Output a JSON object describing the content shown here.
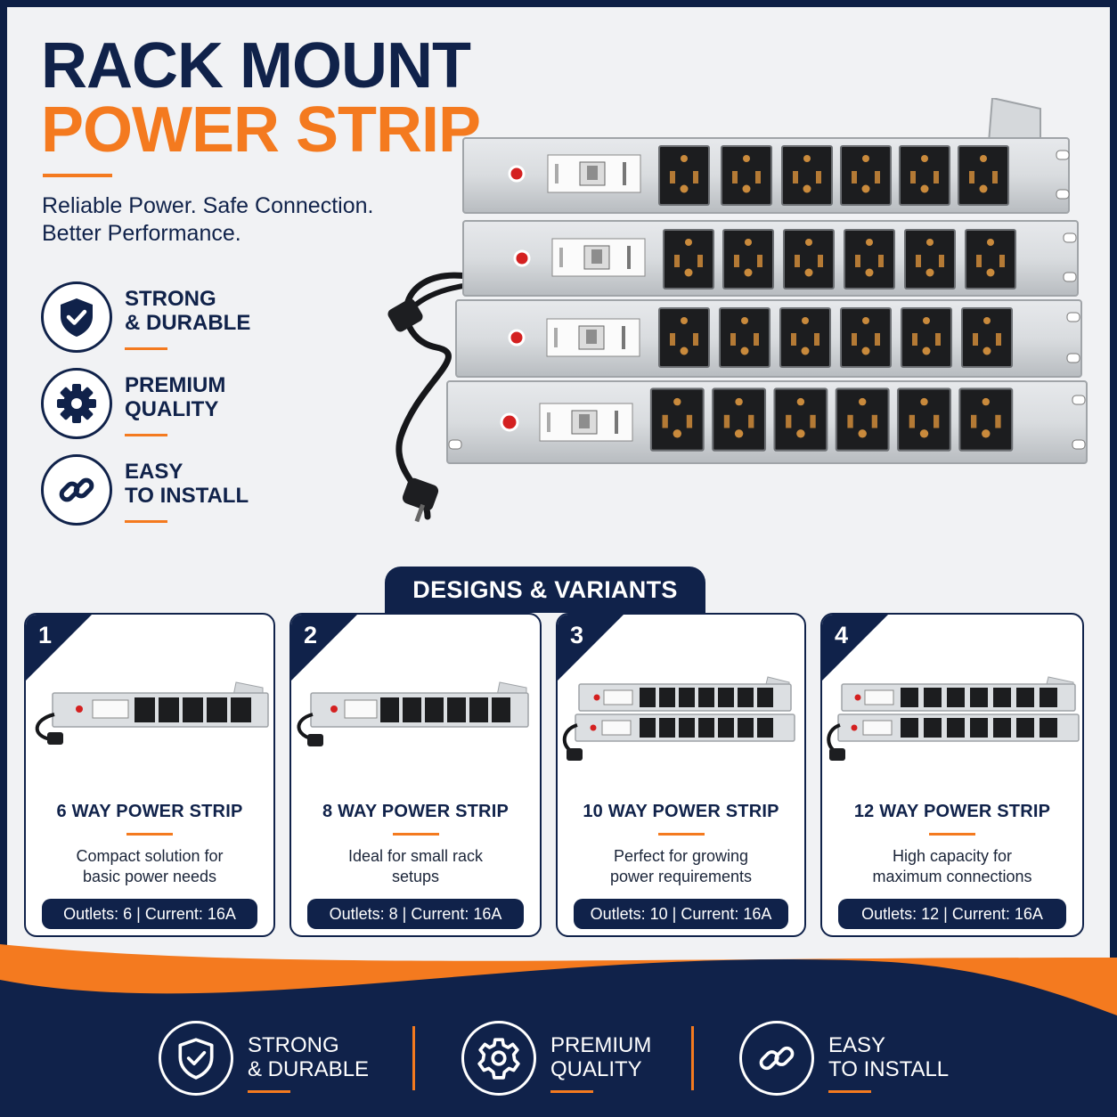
{
  "title": {
    "line1": "RACK MOUNT",
    "line2": "POWER STRIP"
  },
  "tagline": {
    "line1": "Reliable Power. Safe Connection.",
    "line2": "Better Performance."
  },
  "features": [
    {
      "icon": "shield-check-icon",
      "line1": "STRONG",
      "line2": "& DURABLE"
    },
    {
      "icon": "gear-icon",
      "line1": "PREMIUM",
      "line2": "QUALITY"
    },
    {
      "icon": "link-icon",
      "line1": "EASY",
      "line2": "TO INSTALL"
    }
  ],
  "variants_heading": "DESIGNS & VARIANTS",
  "variants": [
    {
      "number": "1",
      "name": "6 WAY POWER STRIP",
      "desc_line1": "Compact solution for",
      "desc_line2": "basic power needs",
      "specs": "Outlets: 6 | Current: 16A"
    },
    {
      "number": "2",
      "name": "8 WAY POWER STRIP",
      "desc_line1": "Ideal for small rack",
      "desc_line2": "setups",
      "specs": "Outlets: 8 | Current: 16A"
    },
    {
      "number": "3",
      "name": "10 WAY POWER STRIP",
      "desc_line1": "Perfect for growing",
      "desc_line2": "power requirements",
      "specs": "Outlets: 10 | Current: 16A"
    },
    {
      "number": "4",
      "name": "12 WAY POWER STRIP",
      "desc_line1": "High capacity for",
      "desc_line2": "maximum connections",
      "specs": "Outlets: 12 | Current: 16A"
    }
  ],
  "bottom_features": [
    {
      "icon": "shield-check-icon",
      "line1": "STRONG",
      "line2": "& DURABLE"
    },
    {
      "icon": "gear-icon",
      "line1": "PREMIUM",
      "line2": "QUALITY"
    },
    {
      "icon": "link-icon",
      "line1": "EASY",
      "line2": "TO INSTALL"
    }
  ],
  "colors": {
    "navy": "#10224a",
    "orange": "#f47a1f",
    "background": "#f1f2f4"
  }
}
